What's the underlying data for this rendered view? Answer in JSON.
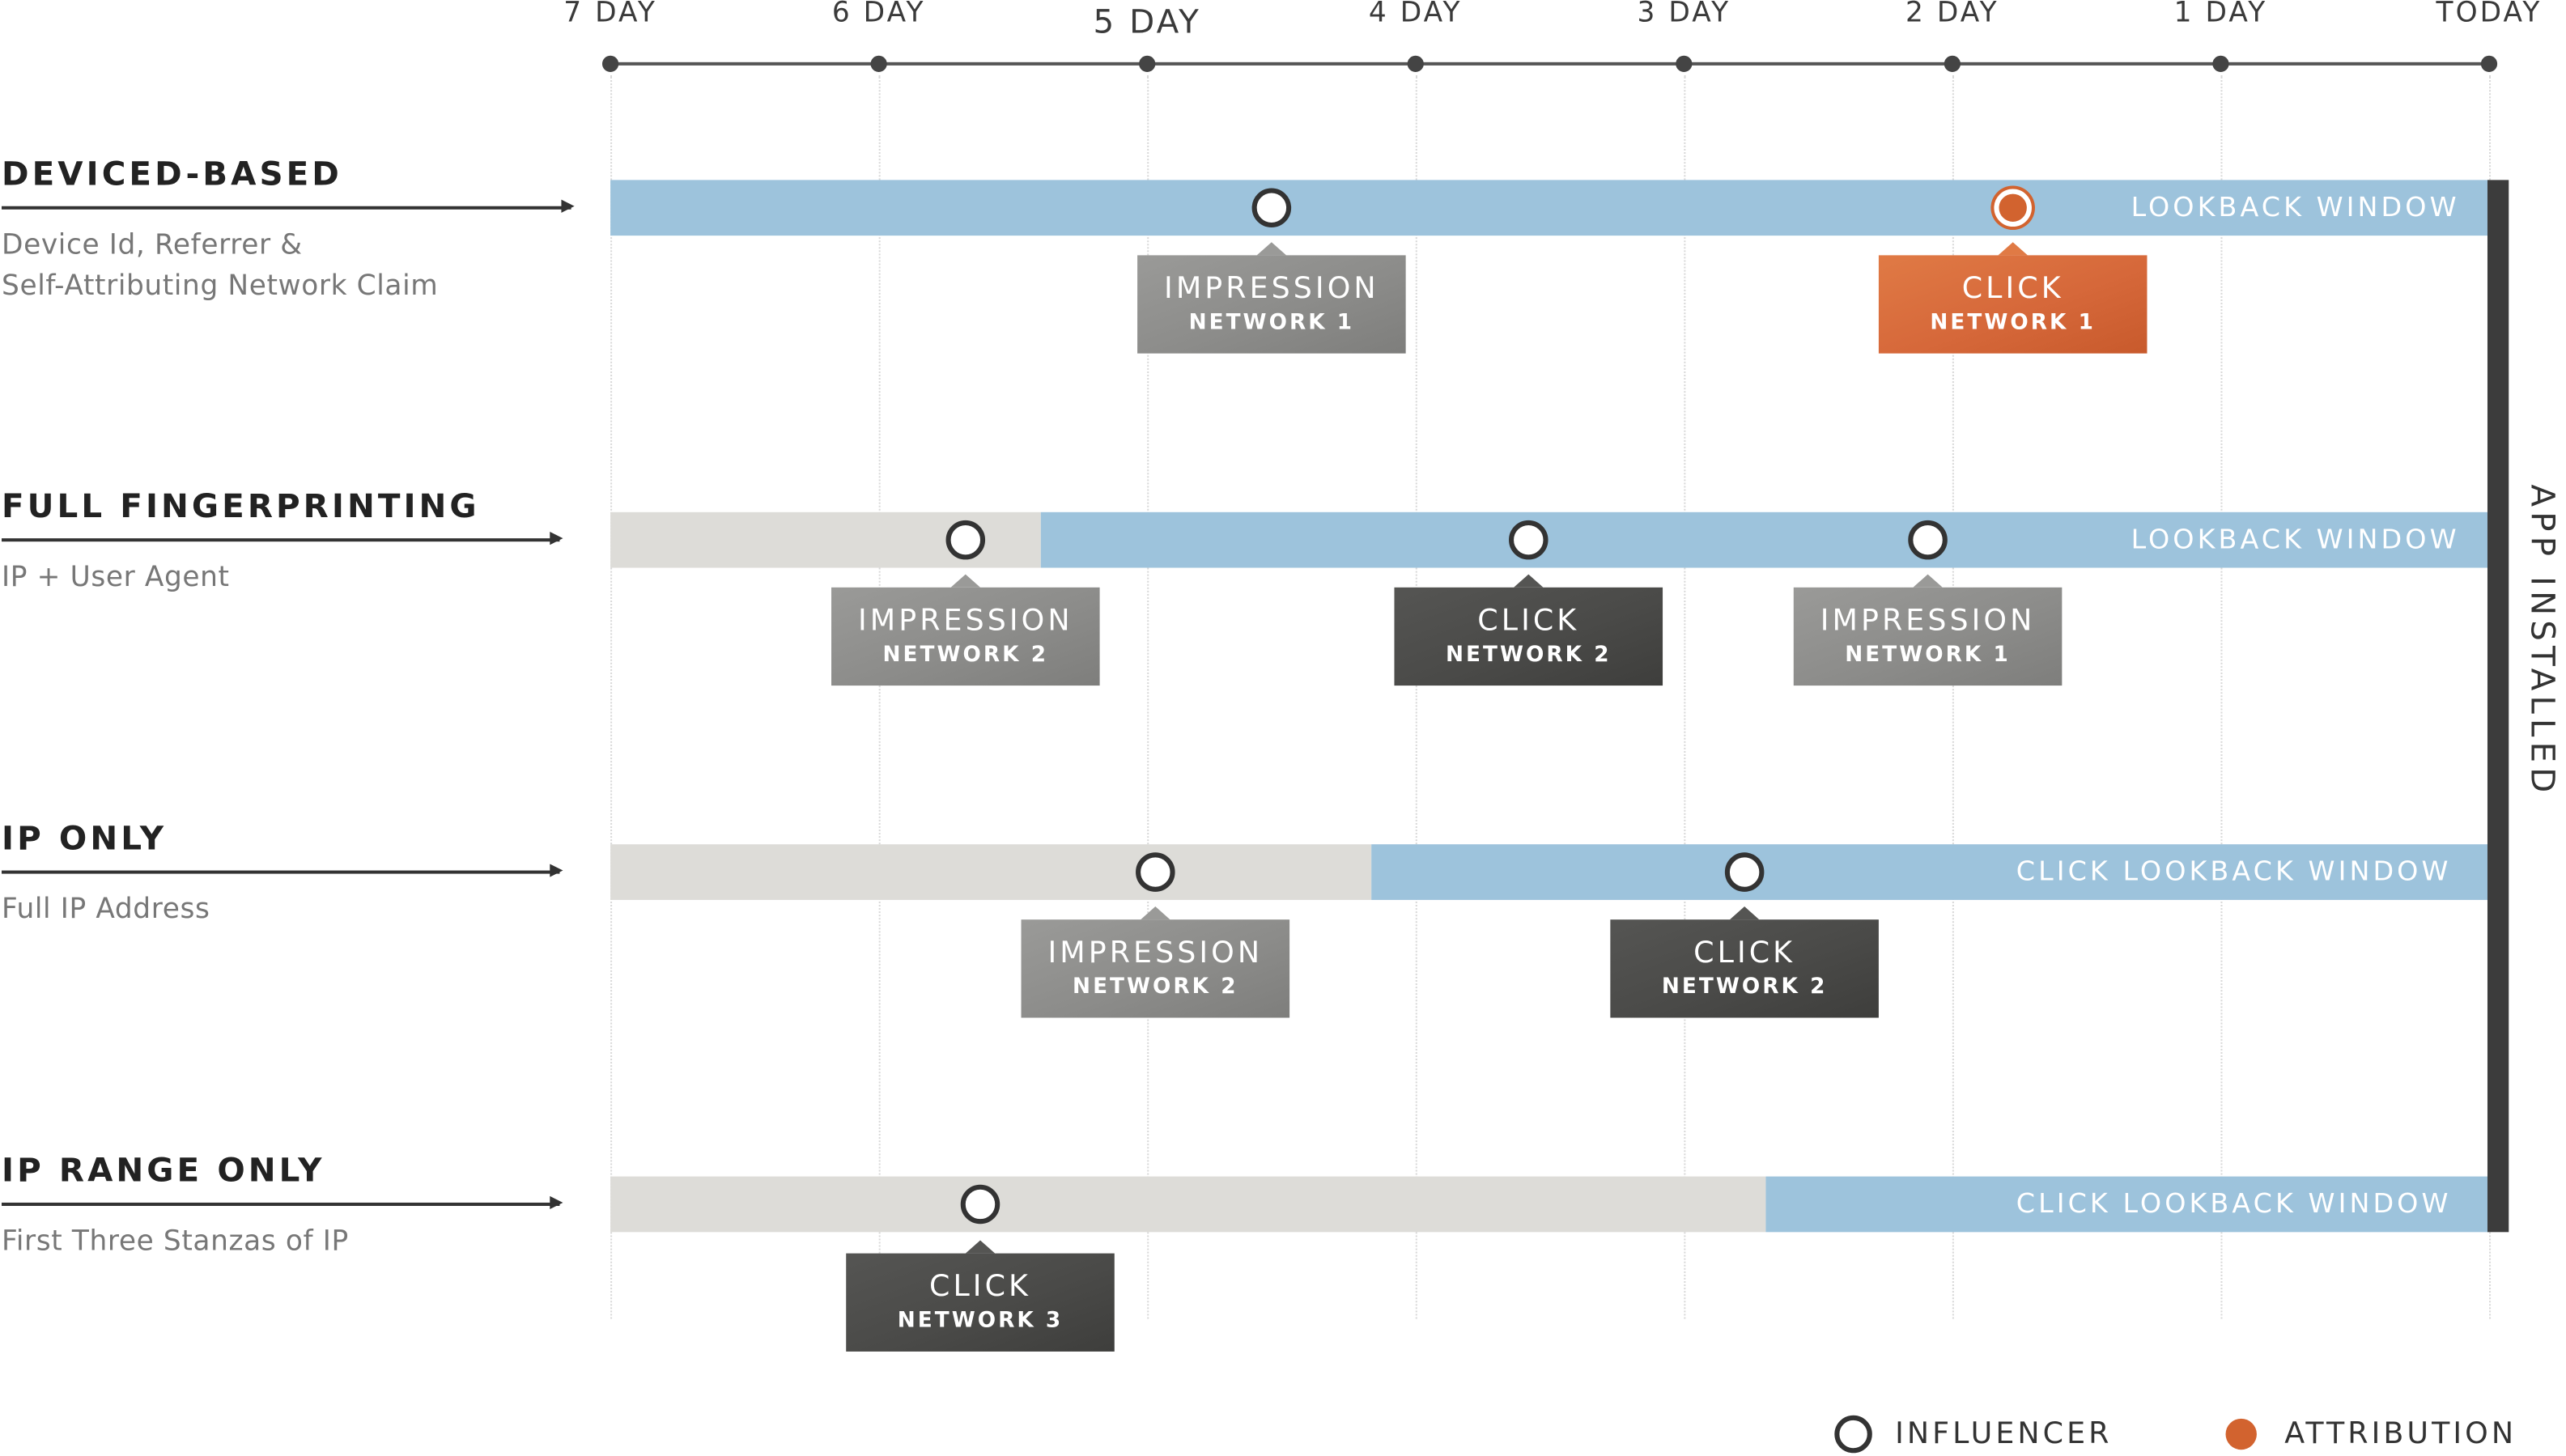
{
  "axis": {
    "days": [
      "7 DAY",
      "6 DAY",
      "5 DAY",
      "4 DAY",
      "3 DAY",
      "2 DAY",
      "1 DAY",
      "TODAY"
    ]
  },
  "rows": [
    {
      "title": "DEVICED-BASED",
      "subtitle": "Device Id, Referrer &\nSelf-Attributing Network Claim",
      "window_label": "LOOKBACK WINDOW",
      "events": [
        {
          "type": "IMPRESSION",
          "network": "NETWORK 1",
          "role": "influencer"
        },
        {
          "type": "CLICK",
          "network": "NETWORK 1",
          "role": "attribution"
        }
      ]
    },
    {
      "title": "FULL FINGERPRINTING",
      "subtitle": "IP + User Agent",
      "window_label": "LOOKBACK WINDOW",
      "events": [
        {
          "type": "IMPRESSION",
          "network": "NETWORK 2",
          "role": "influencer"
        },
        {
          "type": "CLICK",
          "network": "NETWORK 2",
          "role": "influencer"
        },
        {
          "type": "IMPRESSION",
          "network": "NETWORK 1",
          "role": "influencer"
        }
      ]
    },
    {
      "title": "IP ONLY",
      "subtitle": "Full IP Address",
      "window_label": "CLICK LOOKBACK WINDOW",
      "events": [
        {
          "type": "IMPRESSION",
          "network": "NETWORK 2",
          "role": "influencer"
        },
        {
          "type": "CLICK",
          "network": "NETWORK 2",
          "role": "influencer"
        }
      ]
    },
    {
      "title": "IP RANGE ONLY",
      "subtitle": "First Three Stanzas of IP",
      "window_label": "CLICK LOOKBACK WINDOW",
      "events": [
        {
          "type": "CLICK",
          "network": "NETWORK 3",
          "role": "influencer"
        }
      ]
    }
  ],
  "install_label": "APP INSTALLED",
  "legend": {
    "influencer": "INFLUENCER",
    "attribution": "ATTRIBUTION"
  },
  "colors": {
    "window": "#9dc3dc",
    "outside_window": "#dddcd8",
    "attribution": "#d2632f",
    "impression_callout": "#8c8c8a",
    "click_callout": "#4a4a48"
  }
}
